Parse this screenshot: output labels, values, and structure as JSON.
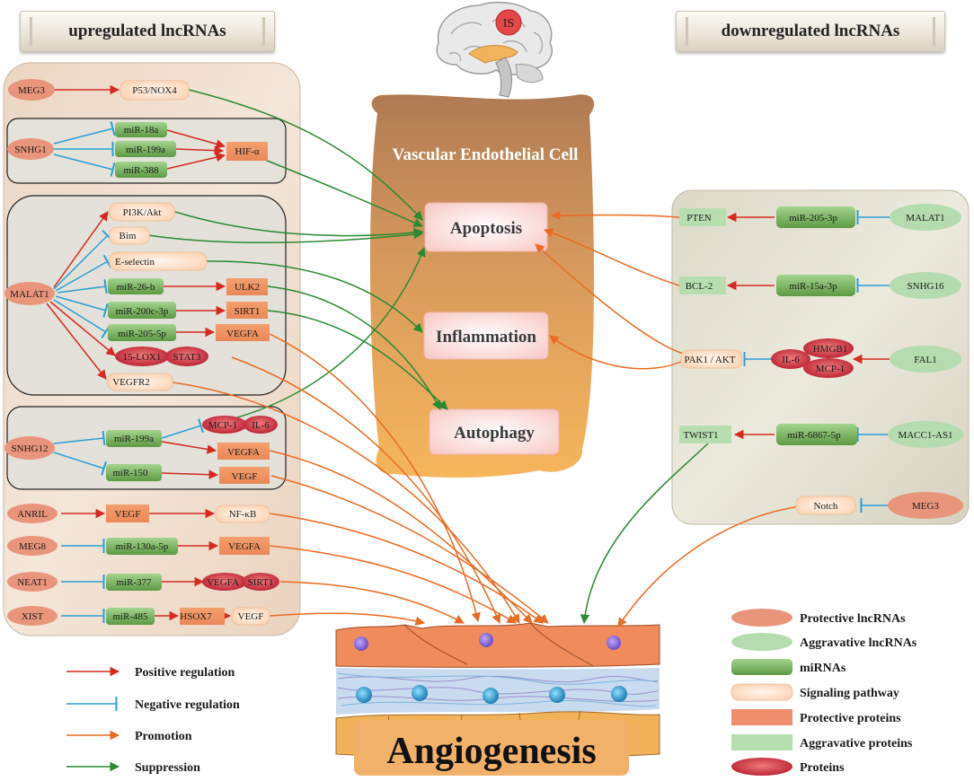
{
  "headers": {
    "left": "upregulated lncRNAs",
    "right": "downregulated lncRNAs"
  },
  "brain_label": "IS",
  "cell": {
    "title": "Vascular Endothelial Cell",
    "outcomes": {
      "apoptosis": "Apoptosis",
      "inflammation": "Inflammation",
      "autophagy": "Autophagy"
    }
  },
  "angiogenesis_label": "Angiogenesis",
  "up": {
    "meg3": {
      "lnc": "MEG3",
      "target": "P53/NOX4"
    },
    "snhg1": {
      "lnc": "SNHG1",
      "mirs": [
        "miR-18a",
        "miR-199a",
        "miR-388"
      ],
      "target": "HIF-α"
    },
    "malat1": {
      "lnc": "MALAT1",
      "pi3k": "PI3K/Akt",
      "bim": "Bim",
      "eselectin": "E-selectin",
      "mirs": [
        "miR-26-b",
        "miR-200c-3p",
        "miR-205-5p"
      ],
      "ulk2": "ULK2",
      "sirt1": "SIRT1",
      "vegfa": "VEGFA",
      "lox": "15-LOX1",
      "stat3": "STAT3",
      "vegfr2": "VEGFR2"
    },
    "snhg12": {
      "lnc": "SNHG12",
      "mirs": [
        "miR-199a",
        "miR-150"
      ],
      "mcp1": "MCP-1",
      "il6": "IL-6",
      "vegfa": "VEGFA",
      "vegf": "VEGF"
    },
    "anril": {
      "lnc": "ANRIL",
      "vegf": "VEGF",
      "nfkb": "NF-κB"
    },
    "meg8": {
      "lnc": "MEG8",
      "mir": "miR-130a-5p",
      "vegfa": "VEGFA"
    },
    "neat1": {
      "lnc": "NEAT1",
      "mir": "miR-377",
      "vegfa": "VEGFA",
      "sirt1": "SIRT1"
    },
    "xist": {
      "lnc": "XIST",
      "mir": "miR-485",
      "hsox7": "HSOX7",
      "vegf": "VEGF"
    }
  },
  "down": {
    "malat1": {
      "target": "PTEN",
      "mir": "miR-205-3p",
      "lnc": "MALAT1"
    },
    "snhg16": {
      "target": "BCL-2",
      "mir": "miR-15a-3p",
      "lnc": "SNHG16"
    },
    "fal1": {
      "target": "PAK1 / AKT",
      "il6": "IL-6",
      "hmgb1": "HMGB1",
      "mcp1": "MCP-1",
      "lnc": "FAL1"
    },
    "macc1": {
      "target": "TWIST1",
      "mir": "miR-6867-5p",
      "lnc": "MACC1-AS1"
    },
    "meg3": {
      "target": "Notch",
      "lnc": "MEG3"
    }
  },
  "arrow_legend": [
    {
      "label": "Positive regulation",
      "color": "#d42a20",
      "head": "arrow"
    },
    {
      "label": "Negative regulation",
      "color": "#2a9fd8",
      "head": "bar"
    },
    {
      "label": "Promotion",
      "color": "#ea6b22",
      "head": "arrow"
    },
    {
      "label": "Suppression",
      "color": "#2a8a32",
      "head": "arrow"
    }
  ],
  "shape_legend": [
    {
      "label": "Protective lncRNAs",
      "color": "#e9957b",
      "shape": "ellipse"
    },
    {
      "label": "Aggravative lncRNAs",
      "color": "#b4dcaf",
      "shape": "ellipse"
    },
    {
      "label": "miRNAs",
      "color": "#78b060",
      "shape": "rounded"
    },
    {
      "label": "Signaling pathway",
      "color": "#fde0c8",
      "shape": "rounded"
    },
    {
      "label": "Protective proteins",
      "color": "#ef8e6c",
      "shape": "rect"
    },
    {
      "label": "Aggravative proteins",
      "color": "#b7deaf",
      "shape": "rect"
    },
    {
      "label": "Proteins",
      "color": "#c8283a",
      "shape": "ellipse"
    }
  ]
}
